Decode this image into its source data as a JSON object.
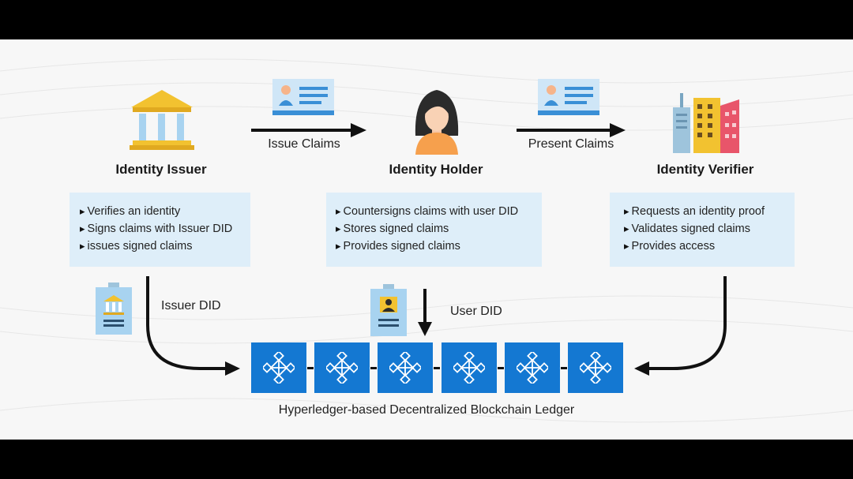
{
  "issuer": {
    "title": "Identity Issuer",
    "items": [
      "Verifies an identity",
      "Signs claims with Issuer DID",
      "issues signed claims"
    ]
  },
  "holder": {
    "title": "Identity Holder",
    "items": [
      "Countersigns claims with user DID",
      "Stores signed claims",
      "Provides signed claims"
    ]
  },
  "verifier": {
    "title": "Identity Verifier",
    "items": [
      "Requests an identity proof",
      "Validates signed claims",
      "Provides access"
    ]
  },
  "arrows": {
    "issue_claims": "Issue Claims",
    "present_claims": "Present Claims",
    "issuer_did": "Issuer DID",
    "user_did": "User DID"
  },
  "ledger": {
    "label": "Hyperledger-based Decentralized Blockchain Ledger",
    "block_count": 6
  },
  "colors": {
    "box_fill": "#deeef9",
    "block_blue": "#1478d2",
    "person_orange": "#f6a04d",
    "card_blue": "#cfe6f7",
    "gold": "#f2c230"
  },
  "icons": [
    "bank-icon",
    "person-icon",
    "buildings-icon",
    "id-card-icon",
    "badge-icon",
    "blockchain-node-icon"
  ]
}
